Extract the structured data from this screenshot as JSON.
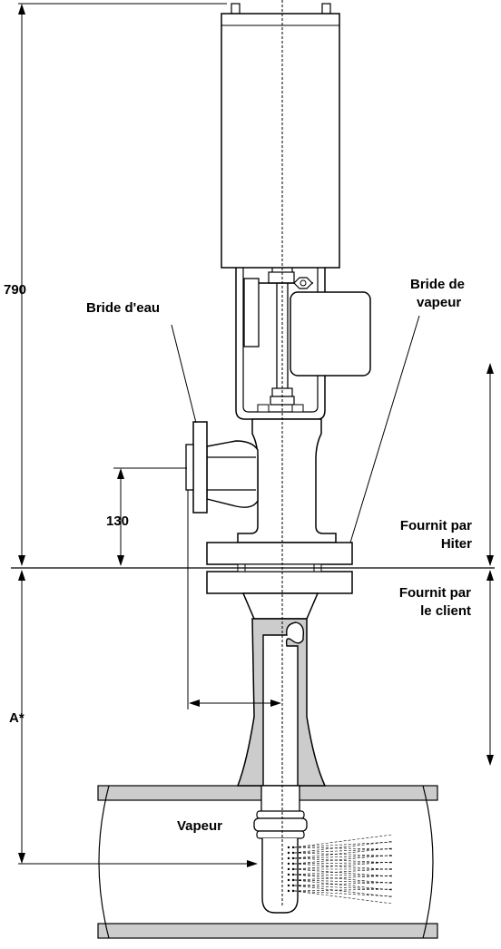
{
  "labels": {
    "dim_790": "790",
    "dim_130": "130",
    "dim_a": "A*",
    "water_flange": "Bride d'eau",
    "steam_flange_line1": "Bride de",
    "steam_flange_line2": "vapeur",
    "supplied_hiter_line1": "Fournit par",
    "supplied_hiter_line2": "Hiter",
    "supplied_client_line1": "Fournit par",
    "supplied_client_line2": "le client",
    "steam": "Vapeur"
  },
  "colors": {
    "stroke": "#000000",
    "fill_gray": "#cccccc",
    "background": "#ffffff"
  }
}
